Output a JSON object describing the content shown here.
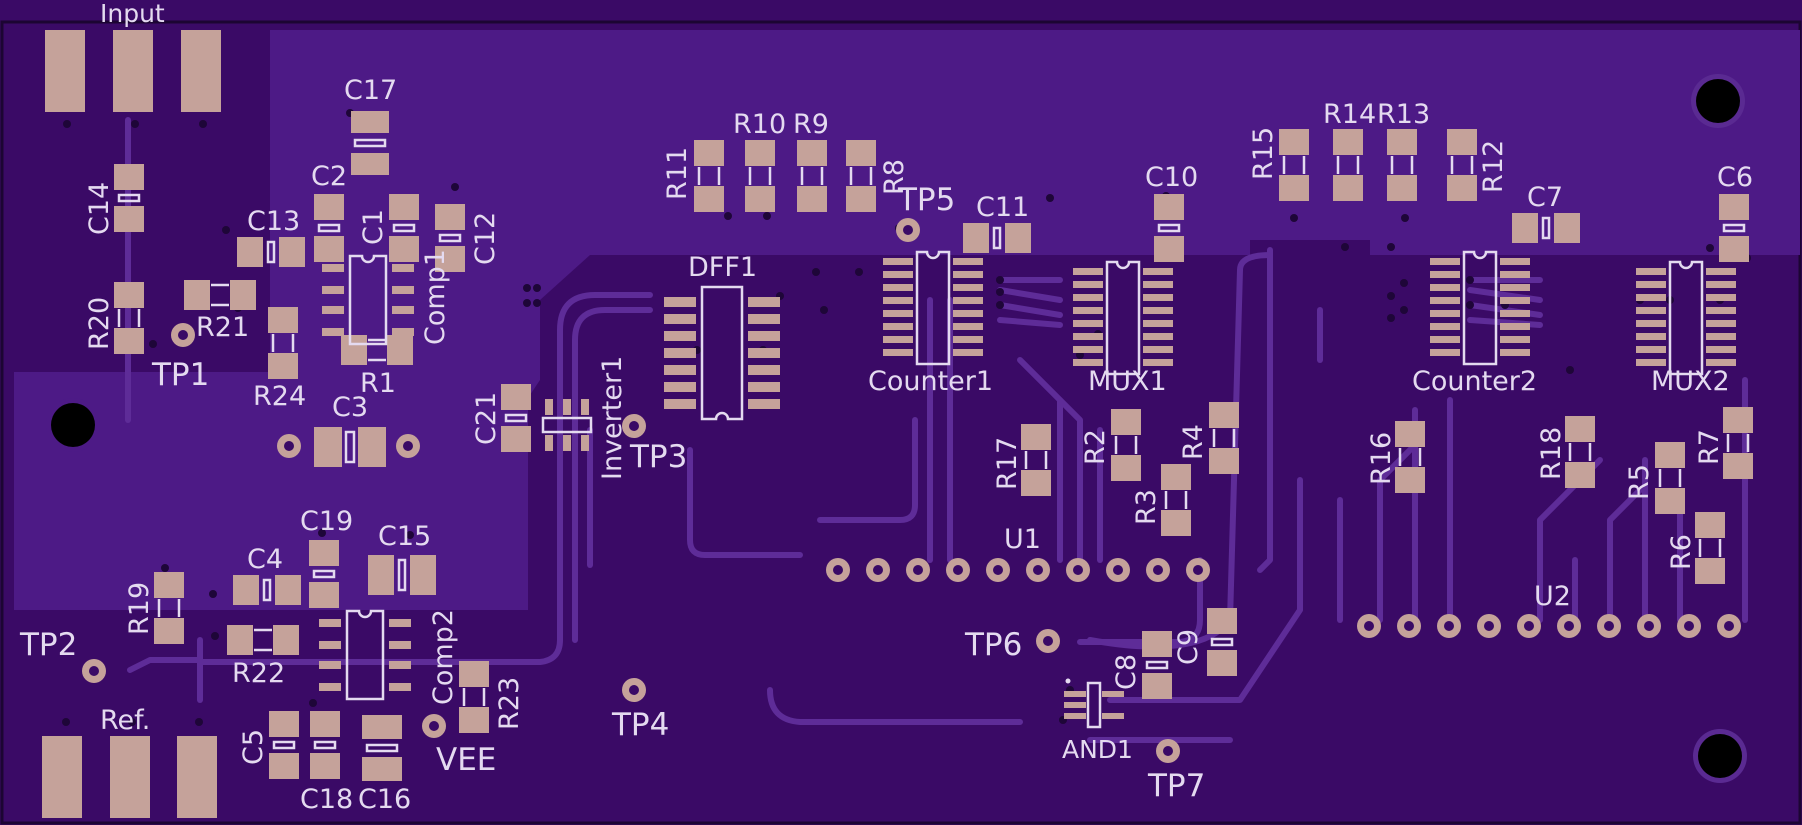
{
  "board": {
    "colors": {
      "background": "#3a0a66",
      "copper_pour": "#4d1a86",
      "trace": "#5e2c98",
      "pad": "#c5a29a",
      "silkscreen": "#e4daf0",
      "hole": "#000000"
    }
  },
  "labels": {
    "input": "Input",
    "ref": "Ref.",
    "vee": "VEE",
    "c1": "C1",
    "c2": "C2",
    "c3": "C3",
    "c4": "C4",
    "c5": "C5",
    "c6": "C6",
    "c7": "C7",
    "c8": "C8",
    "c9": "C9",
    "c10": "C10",
    "c11": "C11",
    "c12": "C12",
    "c13": "C13",
    "c14": "C14",
    "c15": "C15",
    "c16": "C16",
    "c17": "C17",
    "c18": "C18",
    "c19": "C19",
    "c21": "C21",
    "r1": "R1",
    "r2": "R2",
    "r3": "R3",
    "r4": "R4",
    "r5": "R5",
    "r6": "R6",
    "r7": "R7",
    "r8": "R8",
    "r9": "R9",
    "r10": "R10",
    "r11": "R11",
    "r12": "R12",
    "r13": "R13",
    "r14": "R14",
    "r15": "R15",
    "r16": "R16",
    "r17": "R17",
    "r18": "R18",
    "r19": "R19",
    "r20": "R20",
    "r21": "R21",
    "r22": "R22",
    "r23": "R23",
    "r24": "R24",
    "tp1": "TP1",
    "tp2": "TP2",
    "tp3": "TP3",
    "tp4": "TP4",
    "tp5": "TP5",
    "tp6": "TP6",
    "tp7": "TP7",
    "comp1": "Comp1",
    "comp2": "Comp2",
    "dff1": "DFF1",
    "inverter1": "Inverter1",
    "counter1": "Counter1",
    "counter2": "Counter2",
    "mux1": "MUX1",
    "mux2": "MUX2",
    "and1": "AND1",
    "u1": "U1",
    "u2": "U2"
  }
}
